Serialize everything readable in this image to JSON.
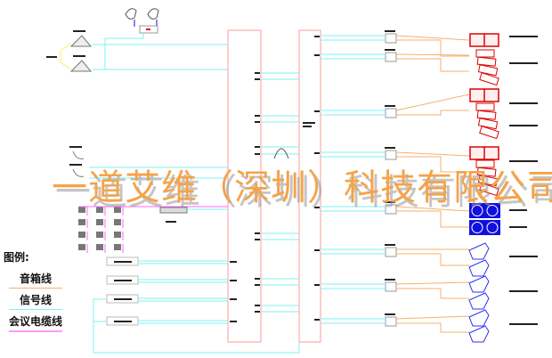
{
  "legend": {
    "title": "图例:",
    "items": [
      {
        "label": "音箱线",
        "color": "#f5b070"
      },
      {
        "label": "信号线",
        "color": "#7ff0f0"
      },
      {
        "label": "会议电缆线",
        "color": "#ff66ff"
      }
    ]
  },
  "watermark": "一道艾维（深圳）科技有限公司",
  "colors": {
    "signal_line": "#7ff0f0",
    "speaker_line": "#f5b070",
    "conference_cable": "#ff66ff",
    "processor_frame": "#ff9999",
    "line_array": "#e00000",
    "subwoofer": "#1010e0",
    "monitor": "#3030f0",
    "mic_link": "#ffee55"
  }
}
